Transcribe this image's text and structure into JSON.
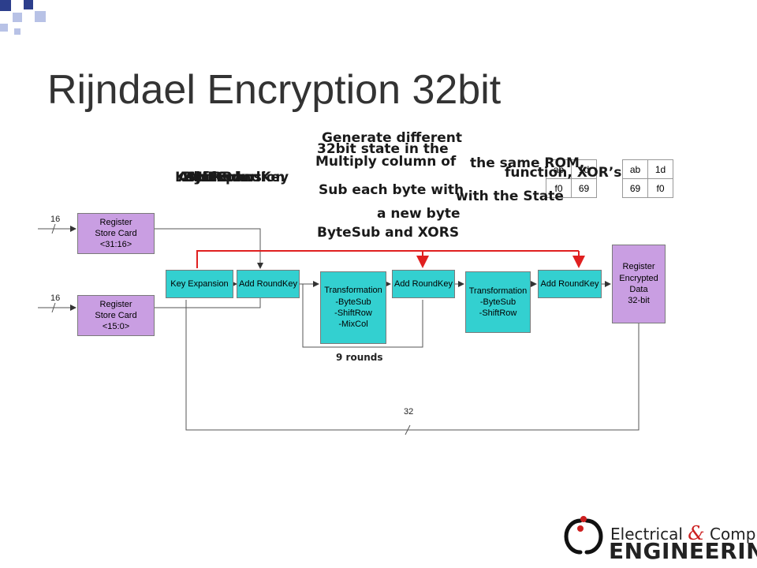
{
  "slide": {
    "title": "Rijndael Encryption 32bit",
    "accent_dark": "#2c3e8c",
    "accent_light": "#b8c2e6"
  },
  "diagram": {
    "blocks": {
      "reg_high": [
        "Register",
        "Store Card",
        "<31:16>"
      ],
      "reg_low": [
        "Register",
        "Store Card",
        "<15:0>"
      ],
      "key_expansion": "Key Expansion",
      "add_roundkey_1": "Add RoundKey",
      "transform_1": [
        "Transformation",
        "-ByteSub",
        "-ShiftRow",
        "-MixCol"
      ],
      "add_roundkey_2": "Add RoundKey",
      "transform_2": [
        "Transformation",
        "-ByteSub",
        "-ShiftRow"
      ],
      "add_roundkey_3": "Add RoundKey",
      "reg_out": [
        "Register",
        "Encrypted",
        "Data",
        "32-bit"
      ]
    },
    "bus_labels": {
      "in_high": "16",
      "in_low": "16",
      "feedback": "32"
    },
    "loop_label": "9 rounds",
    "colors": {
      "register": "#c99ee2",
      "function": "#33d0d0",
      "key_bus": "#e02020"
    }
  },
  "overlays": {
    "left_stack": [
      "Key Expansion",
      "Add RoundKey",
      "ByteSub",
      "ShiftRow",
      "MixCol"
    ],
    "center_stack": [
      "Generate different",
      "32bit state in the",
      "Multiply column of",
      "Sub each byte with",
      "a new byte",
      "ByteSub and XORS"
    ],
    "right_stack": [
      "the same ROM,",
      "function, XOR’s",
      "with the State"
    ]
  },
  "matrices": {
    "left": [
      [
        "ab",
        "1d"
      ],
      [
        "f0",
        "69"
      ]
    ],
    "right": [
      [
        "ab",
        "1d"
      ],
      [
        "69",
        "f0"
      ]
    ]
  },
  "footer": {
    "logo_line1a": "Electrical",
    "logo_amp": "&",
    "logo_line1b": "Computer",
    "logo_line2": "ENGINEERING"
  }
}
